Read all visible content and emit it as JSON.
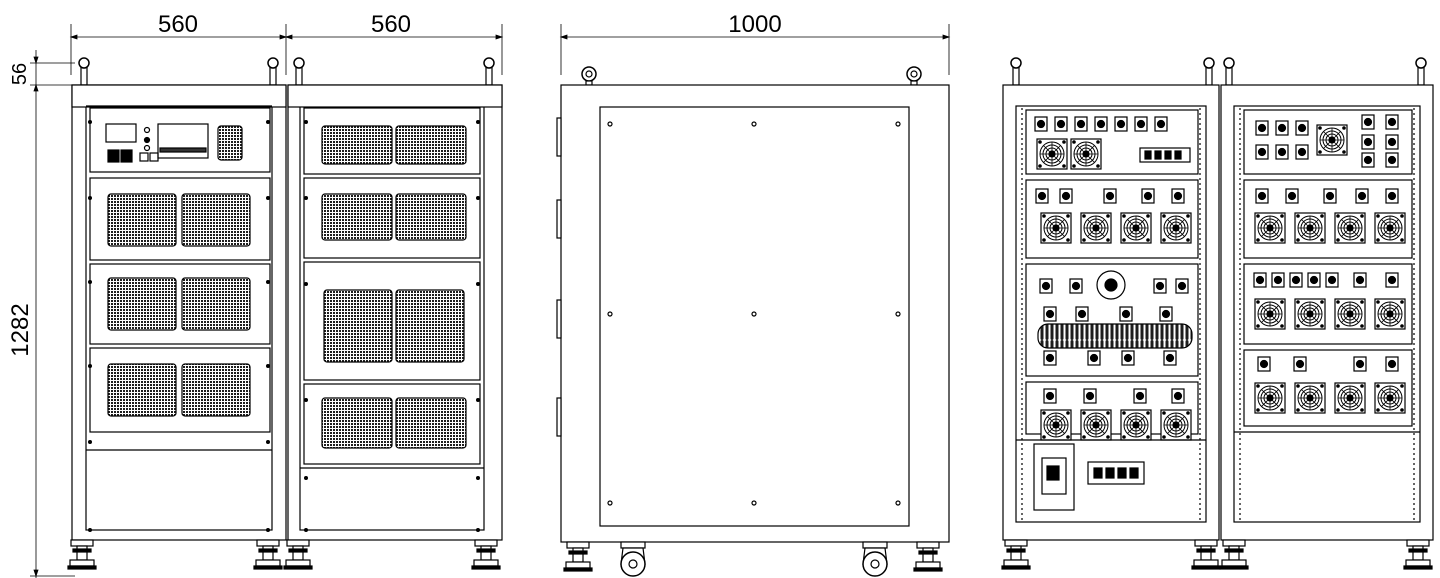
{
  "dimensions": {
    "front_left_width": "560",
    "front_right_width": "560",
    "side_depth": "1000",
    "eyebolt_height": "56",
    "cabinet_height": "1282"
  },
  "views": [
    "front-view",
    "side-view",
    "rear-view"
  ],
  "colors": {
    "line": "#000000",
    "mesh": "#2a2a2a",
    "background": "#ffffff"
  }
}
